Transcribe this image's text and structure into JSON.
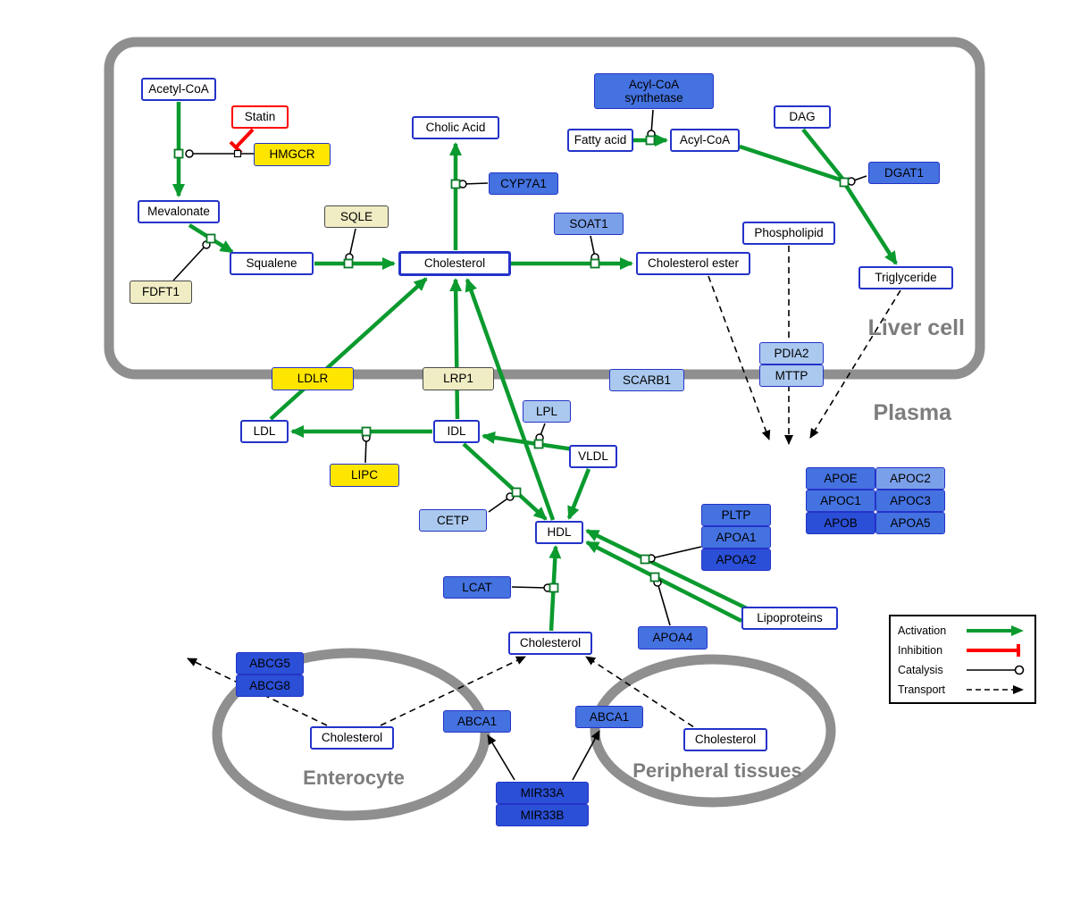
{
  "compartments": {
    "liver": "Liver cell",
    "plasma": "Plasma",
    "enterocyte": "Enterocyte",
    "peripheral": "Peripheral tissues"
  },
  "nodes": {
    "acetyl_coa": "Acetyl-CoA",
    "statin": "Statin",
    "hmgcr": "HMGCR",
    "mevalonate": "Mevalonate",
    "fdft1": "FDFT1",
    "squalene": "Squalene",
    "sqle": "SQLE",
    "cholesterol_liver": "Cholesterol",
    "cholic_acid": "Cholic Acid",
    "cyp7a1": "CYP7A1",
    "soat1": "SOAT1",
    "cholesterol_ester": "Cholesterol ester",
    "acyl_coa_synthetase": {
      "line1": "Acyl-CoA",
      "line2": "synthetase"
    },
    "fatty_acid": "Fatty acid",
    "acyl_coa": "Acyl-CoA",
    "dag": "DAG",
    "dgat1": "DGAT1",
    "phospholipid": "Phospholipid",
    "triglyceride": "Triglyceride",
    "pdia2": "PDIA2",
    "mttp": "MTTP",
    "ldlr": "LDLR",
    "lrp1": "LRP1",
    "scarb1": "SCARB1",
    "ldl": "LDL",
    "idl": "IDL",
    "lpl": "LPL",
    "vldl": "VLDL",
    "lipc": "LIPC",
    "cetp": "CETP",
    "hdl": "HDL",
    "pltp": "PLTP",
    "apoa1": "APOA1",
    "apoa2": "APOA2",
    "apoe": "APOE",
    "apoc2": "APOC2",
    "apoc1": "APOC1",
    "apoc3": "APOC3",
    "apob": "APOB",
    "apoa5": "APOA5",
    "lcat": "LCAT",
    "apoa4": "APOA4",
    "lipoproteins": "Lipoproteins",
    "cholesterol_plasma": "Cholesterol",
    "abcg5": "ABCG5",
    "abcg8": "ABCG8",
    "cholesterol_enterocyte": "Cholesterol",
    "abca1_enterocyte": "ABCA1",
    "abca1_peripheral": "ABCA1",
    "cholesterol_peripheral": "Cholesterol",
    "mir33a": "MIR33A",
    "mir33b": "MIR33B"
  },
  "legend": {
    "activation": "Activation",
    "inhibition": "Inhibition",
    "catalysis": "Catalysis",
    "transport": "Transport"
  },
  "colors": {
    "activation_green": "#0a9a2e",
    "inhibition_red": "#ff0000",
    "node_border_blue": "#2433c9",
    "gene_blue": "#4472e0",
    "gene_blue_dark": "#2b4fd6",
    "gene_blue_light": "#abc9ef",
    "gene_yellow": "#ffe600",
    "gene_khaki": "#f0ecc4",
    "compartment_gray": "#8f8f8f"
  }
}
